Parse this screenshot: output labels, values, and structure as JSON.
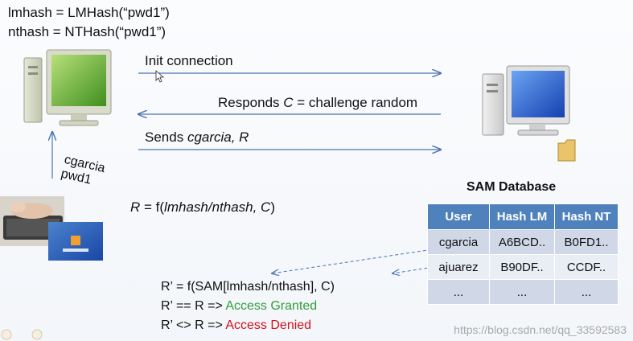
{
  "hashes": {
    "lmhash": "lmhash = LMHash(“pwd1”)",
    "nthash": "nthash = NTHash(“pwd1”)"
  },
  "messages": {
    "init": "Init connection",
    "responds_prefix": "Responds ",
    "responds_var": "C",
    "responds_suffix": " = challenge random",
    "sends_prefix": "Sends ",
    "sends_vars": "cgarcia, R"
  },
  "credentials": {
    "user": "cgarcia",
    "password": "pwd1"
  },
  "response_formula": {
    "lhs": "R = f(",
    "args": "lmhash/nthash, C",
    "rhs": ")"
  },
  "sam": {
    "title": "SAM Database",
    "headers": [
      "User",
      "Hash LM",
      "Hash NT"
    ],
    "rows": [
      [
        "cgarcia",
        "A6BCD..",
        "B0FD1.."
      ],
      [
        "ajuarez",
        "B90DF..",
        "CCDF.."
      ],
      [
        "...",
        "...",
        "..."
      ]
    ]
  },
  "verification": {
    "r_prime": "R’ = f(SAM[lmhash/nthash], C)",
    "granted_prefix": "R’ == R => ",
    "granted": "Access Granted",
    "denied_prefix": "R’ <> R => ",
    "denied": "Access Denied"
  },
  "colors": {
    "arrow": "#4a74b3",
    "table_header": "#4f81bd",
    "granted": "#2e9e3a",
    "denied": "#d1121b"
  },
  "watermark": "https://blog.csdn.net/qq_33592583"
}
